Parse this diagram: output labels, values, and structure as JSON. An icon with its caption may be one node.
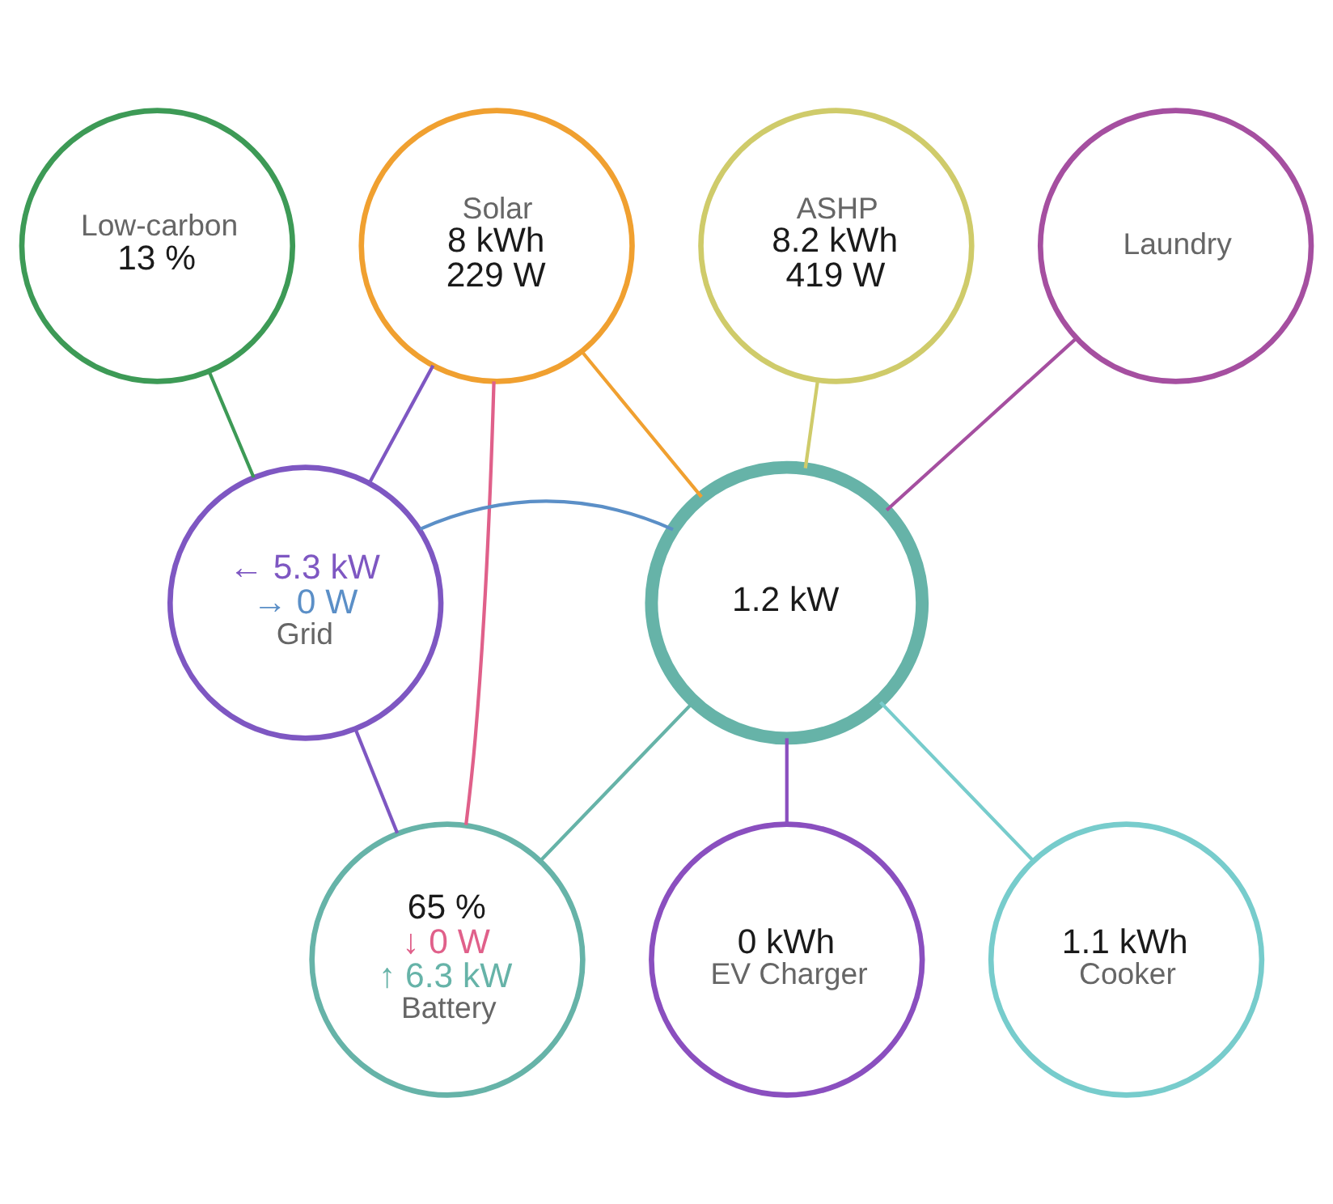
{
  "diagram": {
    "nodes": [
      {
        "text": [
          "Low-carbon",
          "13 %"
        ]
      },
      {
        "text": [
          "Solar",
          "8 kWh",
          "229 W"
        ]
      },
      {
        "text": [
          "ASHP",
          "8.2 kWh",
          "419 W"
        ]
      },
      {
        "text": [
          "Laundry"
        ]
      },
      {
        "text": [
          "← 5.3 kW",
          "→ 0 W",
          "Grid"
        ]
      },
      {
        "text": [
          "1.2 kW"
        ]
      },
      {
        "text": [
          "65 %",
          "↓ 0 W",
          "↑ 6.3 kW",
          "Battery"
        ]
      },
      {
        "text": [
          "0 kWh",
          "EV Charger"
        ]
      },
      {
        "text": [
          "1.1 kWh",
          "Cooker"
        ]
      }
    ],
    "edges": [
      {
        "from": 0,
        "to": 4,
        "arrow": "none",
        "color": "#3d9a56"
      },
      {
        "from": 1,
        "to": 4,
        "arrow": "none",
        "color": "#7e57c2"
      },
      {
        "from": 1,
        "to": 5,
        "arrow": "none",
        "color": "#f0a030"
      },
      {
        "from": 1,
        "to": 6,
        "arrow": "none",
        "color": "#e0608a"
      },
      {
        "from": 4,
        "to": 5,
        "arrow": "none",
        "color": "#5b8fc7"
      },
      {
        "from": 4,
        "to": 6,
        "arrow": "none",
        "color": "#7e57c2"
      },
      {
        "from": 6,
        "to": 5,
        "arrow": "none",
        "color": "#66b3a8"
      },
      {
        "from": 5,
        "to": 2,
        "arrow": "none",
        "color": "#cfcb6a"
      },
      {
        "from": 5,
        "to": 3,
        "arrow": "none",
        "color": "#a54fa0"
      },
      {
        "from": 5,
        "to": 7,
        "arrow": "none",
        "color": "#8a4fbf"
      },
      {
        "from": 5,
        "to": 8,
        "arrow": "none",
        "color": "#77cccc"
      }
    ]
  }
}
